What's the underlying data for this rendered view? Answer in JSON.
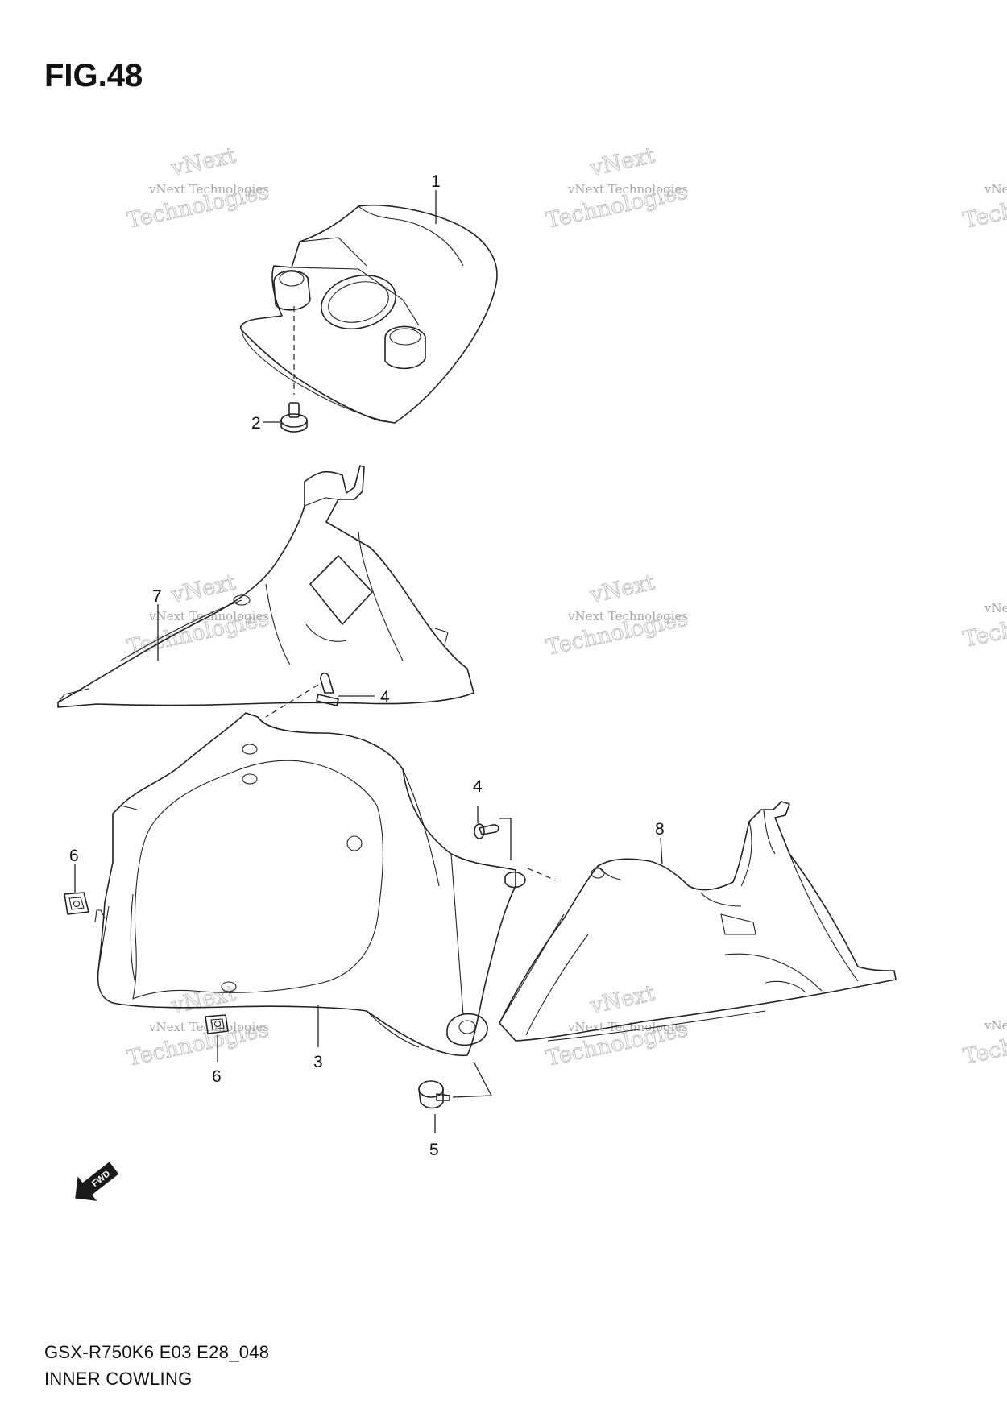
{
  "figure_title": "FIG.48",
  "footer": {
    "model_code": "GSX-R750K6 E03 E28_048",
    "part_group_name": "INNER COWLING"
  },
  "callouts": {
    "c1": "1",
    "c2": "2",
    "c3": "3",
    "c4a": "4",
    "c4b": "4",
    "c5": "5",
    "c6a": "6",
    "c6b": "6",
    "c7": "7",
    "c8": "8"
  },
  "watermark": {
    "line1": "vNext Technologies",
    "line2": "Technologies",
    "brand": "vNext"
  },
  "fwd_arrow": {
    "label": "FWD",
    "icon": "fwd-arrow-icon"
  },
  "colors": {
    "line": "#222222",
    "watermark": "#b4b4b4",
    "background": "#ffffff"
  }
}
